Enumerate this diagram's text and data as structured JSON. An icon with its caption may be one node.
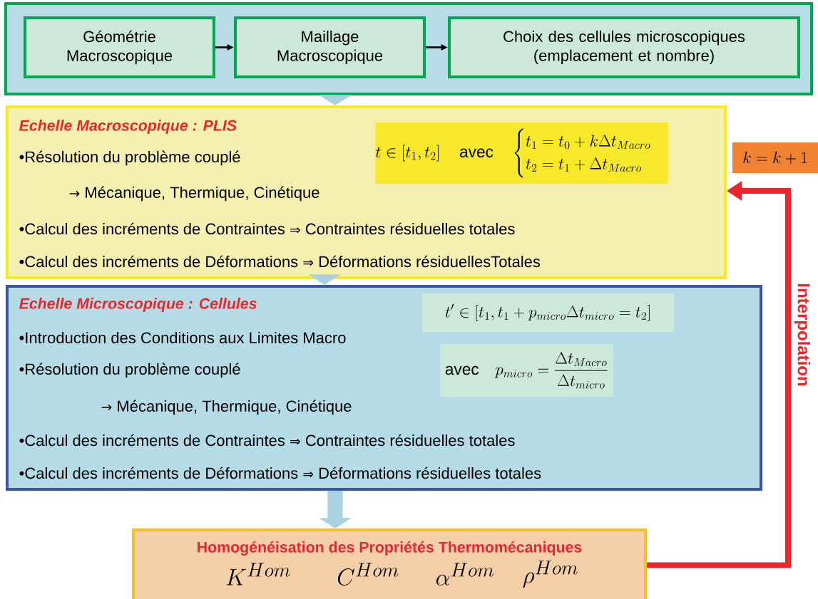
{
  "diagram": {
    "nodes": [
      {
        "text": [],
        "shape": "box"
      },
      {
        "text": [
          "Géométrie Macroscopique"
        ],
        "in": 0
      },
      {
        "text": [
          "Maillage Macroscopique"
        ],
        "in": 0
      },
      {
        "text": [
          "Choix des cellules microscopiques (emplacement et nombre)"
        ],
        "in": 0
      },
      {
        "text": [
          "Echelle Macroscopique : PLIS",
          "•Résolution du problème couplé",
          "→ Mécanique, Thermique, Cinétique",
          "•Calcul des incréments de Contraintes ⇒ Contraintes résiduelles totales",
          "•Calcul des incréments de Déformations ⇒ Déformations résiduellesTotales"
        ]
      },
      {
        "text": [
          "t\\in\\left[t_1,t_2\\right]\\quad\\mathrm{avec}\\quad\\begin{cases}t_1=t_0+k\\Delta t_{Macro}\\\\ t_2=t_1+\\Delta t_{Macro}\\end{cases}"
        ],
        "in": 4
      },
      {
        "text": [
          "k=k+1"
        ]
      },
      {
        "text": [
          "Echelle Microscopique : Cellules",
          "•Introduction des Conditions aux Limites Macro",
          "•Résolution du problème couplé",
          "→ Mécanique, Thermique, Cinétique",
          "•Calcul des incréments de Contraintes ⇒ Contraintes résiduelles totales",
          "•Calcul des incréments de Déformations ⇒ Déformations résiduelles totales"
        ]
      },
      {
        "text": [
          "t'\\in\\left[t_1,t_1+p_{micro}\\Delta t_{micro}=t_2\\right]"
        ],
        "in": 7
      },
      {
        "text": [
          "\\mathrm{avec}\\quad p_{micro}=\\frac{\\Delta t_{Macro}}{\\Delta t_{micro}}"
        ],
        "in": 7
      },
      {
        "text": [
          "Homogénéisation des Propriétés Thermomécaniques",
          "K^{Hom}",
          "C^{Hom}",
          "\\alpha^{Hom}",
          "\\rho^{Hom}"
        ]
      }
    ],
    "edges": [
      {
        "from": 1,
        "to": 2,
        "arrow": "to"
      },
      {
        "from": 2,
        "to": 3,
        "arrow": "to"
      },
      {
        "from": 0,
        "to": 4,
        "arrow": "to",
        "style": "thick",
        "color": "#a9d3e3"
      },
      {
        "from": 4,
        "to": 7,
        "arrow": "to",
        "style": "thick",
        "color": "#a9d3e3"
      },
      {
        "from": 7,
        "to": 10,
        "arrow": "to",
        "style": "thick",
        "color": "#a9d3e3"
      },
      {
        "from": 10,
        "to": 4,
        "arrow": "to",
        "style": "thick",
        "color": "#e8262b",
        "label": "Interpolation"
      }
    ]
  }
}
